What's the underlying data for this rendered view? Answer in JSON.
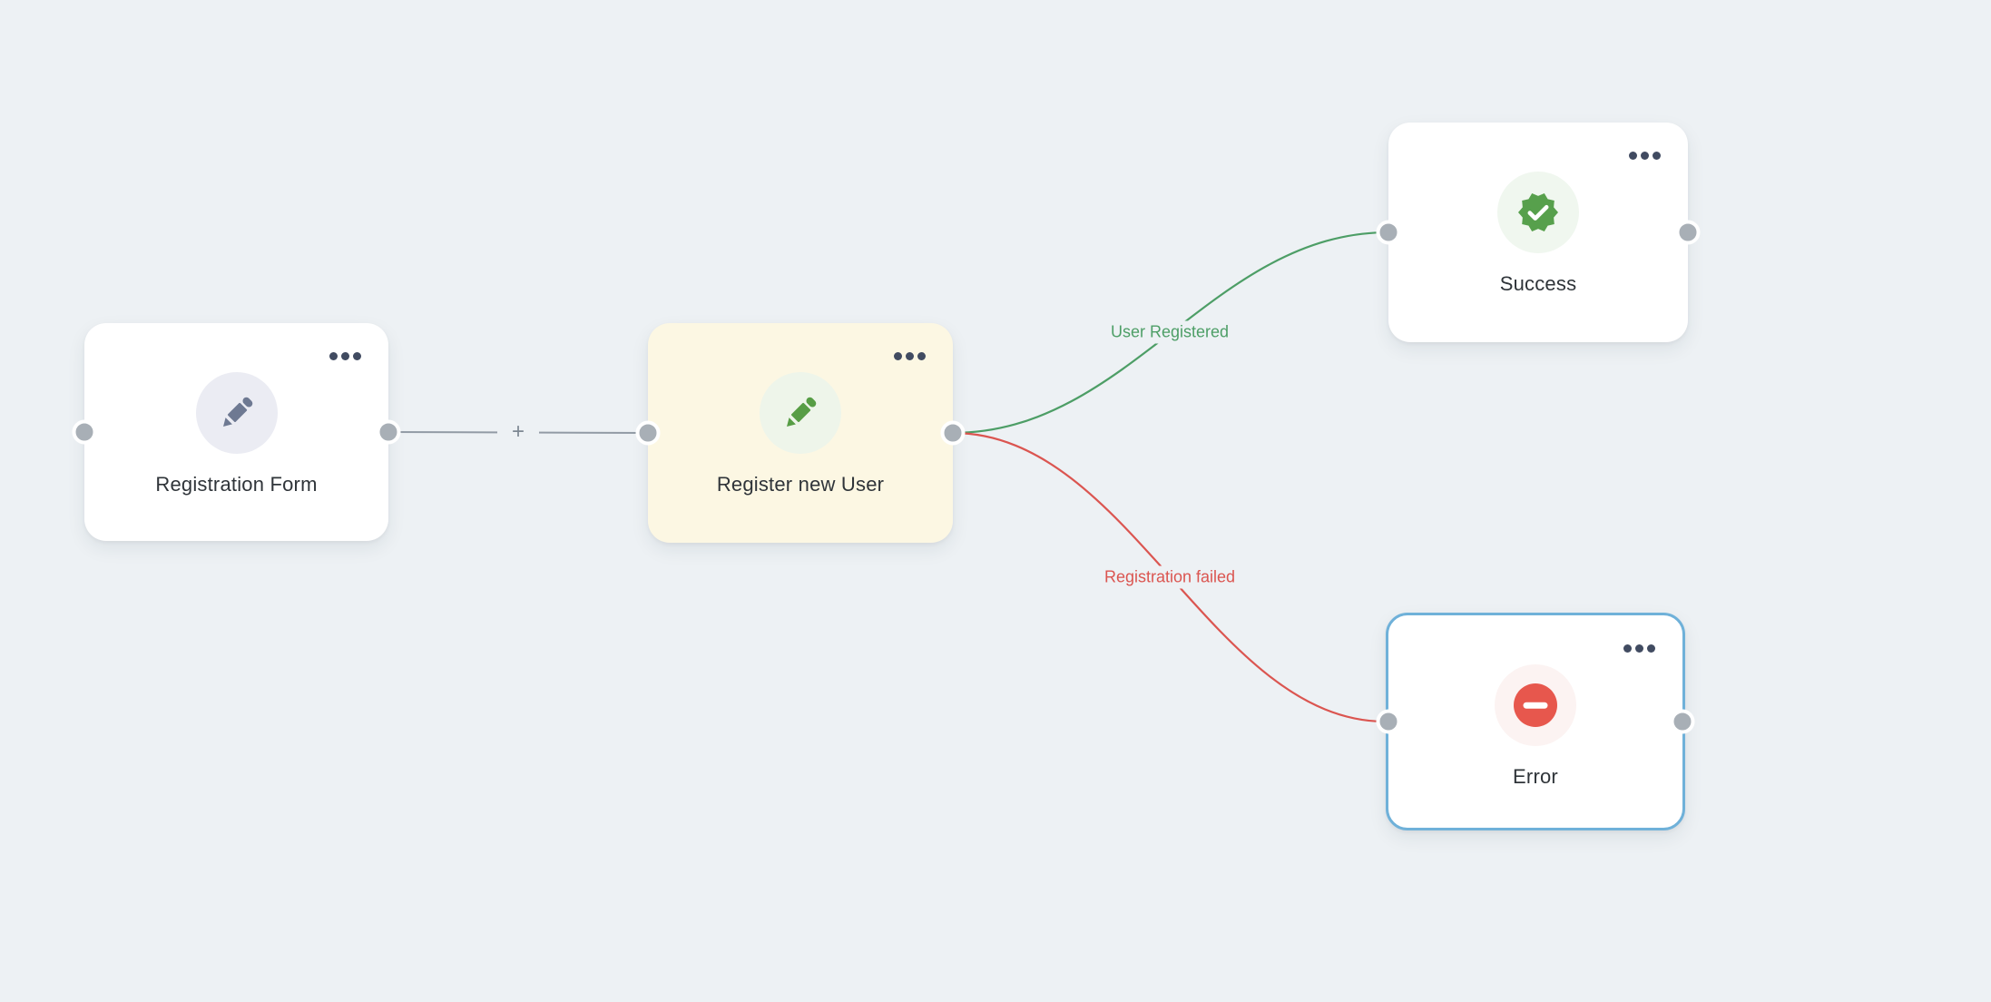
{
  "app": {
    "view": "workflow-canvas"
  },
  "colors": {
    "canvas_bg": "#edf1f4",
    "card_bg": "#ffffff",
    "trigger_card_bg": "#fcf7e3",
    "title_text": "#2f3439",
    "menu_dots": "#414b61",
    "handle_fill": "#a8afb6",
    "connector_gray": "#929ba5",
    "plus_gray": "#7e8893",
    "edge_green": "#4d9e66",
    "edge_red": "#db5550",
    "success_green": "#57a04c",
    "error_red": "#e7574d",
    "selected_border": "#6fb1d9",
    "pencil_slate": "#6e7992",
    "pencil_slate_bg": "#ebecf3",
    "pencil_green": "#579d45",
    "pencil_green_bg": "#eef5ea",
    "success_icon_bg": "#f0f7ef",
    "error_icon_bg": "#fcf3f2"
  },
  "nodes": [
    {
      "id": "registration-form",
      "title": "Registration Form",
      "icon": "pencil-icon",
      "selected": false
    },
    {
      "id": "register-new-user",
      "title": "Register new User",
      "icon": "pencil-icon",
      "selected": false
    },
    {
      "id": "success",
      "title": "Success",
      "icon": "verified-badge-icon",
      "selected": false
    },
    {
      "id": "error",
      "title": "Error",
      "icon": "minus-circle-icon",
      "selected": true
    }
  ],
  "edges": [
    {
      "from": "registration-form",
      "to": "register-new-user",
      "label": "",
      "add_button_label": "+"
    },
    {
      "from": "register-new-user",
      "to": "success",
      "label": "User Registered",
      "color": "#4d9e66"
    },
    {
      "from": "register-new-user",
      "to": "error",
      "label": "Registration failed",
      "color": "#db5550"
    }
  ]
}
